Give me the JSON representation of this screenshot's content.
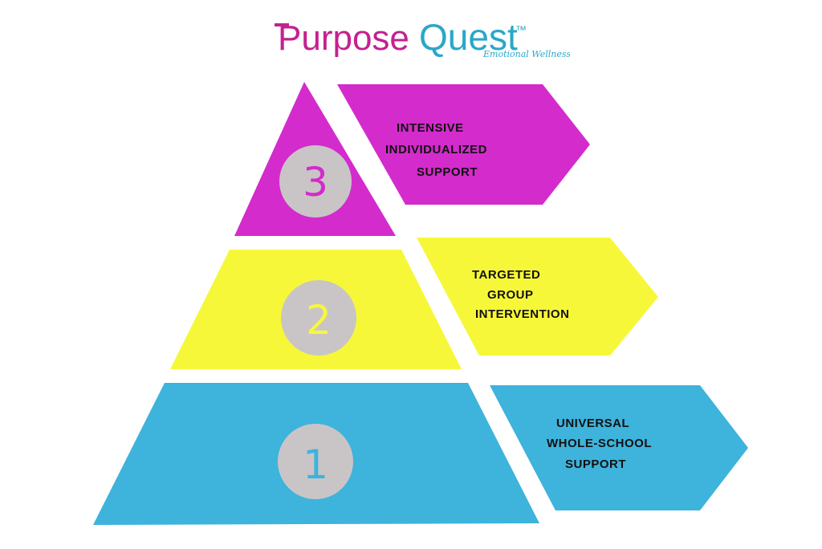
{
  "logo": {
    "brand_part1": "Purpose",
    "brand_part2": "Quest",
    "trademark": "™",
    "tagline": "Emotional Wellness",
    "color_part1": "#c4218f",
    "color_part2": "#2aa7c9",
    "color_tagline": "#2aa7c9"
  },
  "tiers": [
    {
      "number": "3",
      "color": "#d42bcc",
      "number_color": "#d42bcc",
      "label_lines": [
        "INTENSIVE",
        "INDIVIDUALIZED",
        "SUPPORT"
      ]
    },
    {
      "number": "2",
      "color": "#f7f73a",
      "number_color": "#f7f73a",
      "label_lines": [
        "TARGETED",
        "GROUP",
        "INTERVENTION"
      ]
    },
    {
      "number": "1",
      "color": "#3eb3dc",
      "number_color": "#3eb3dc",
      "label_lines": [
        "UNIVERSAL",
        "WHOLE-SCHOOL",
        "SUPPORT"
      ]
    }
  ],
  "circle_color": "#c9c5c6",
  "label_text_color": "#111111"
}
